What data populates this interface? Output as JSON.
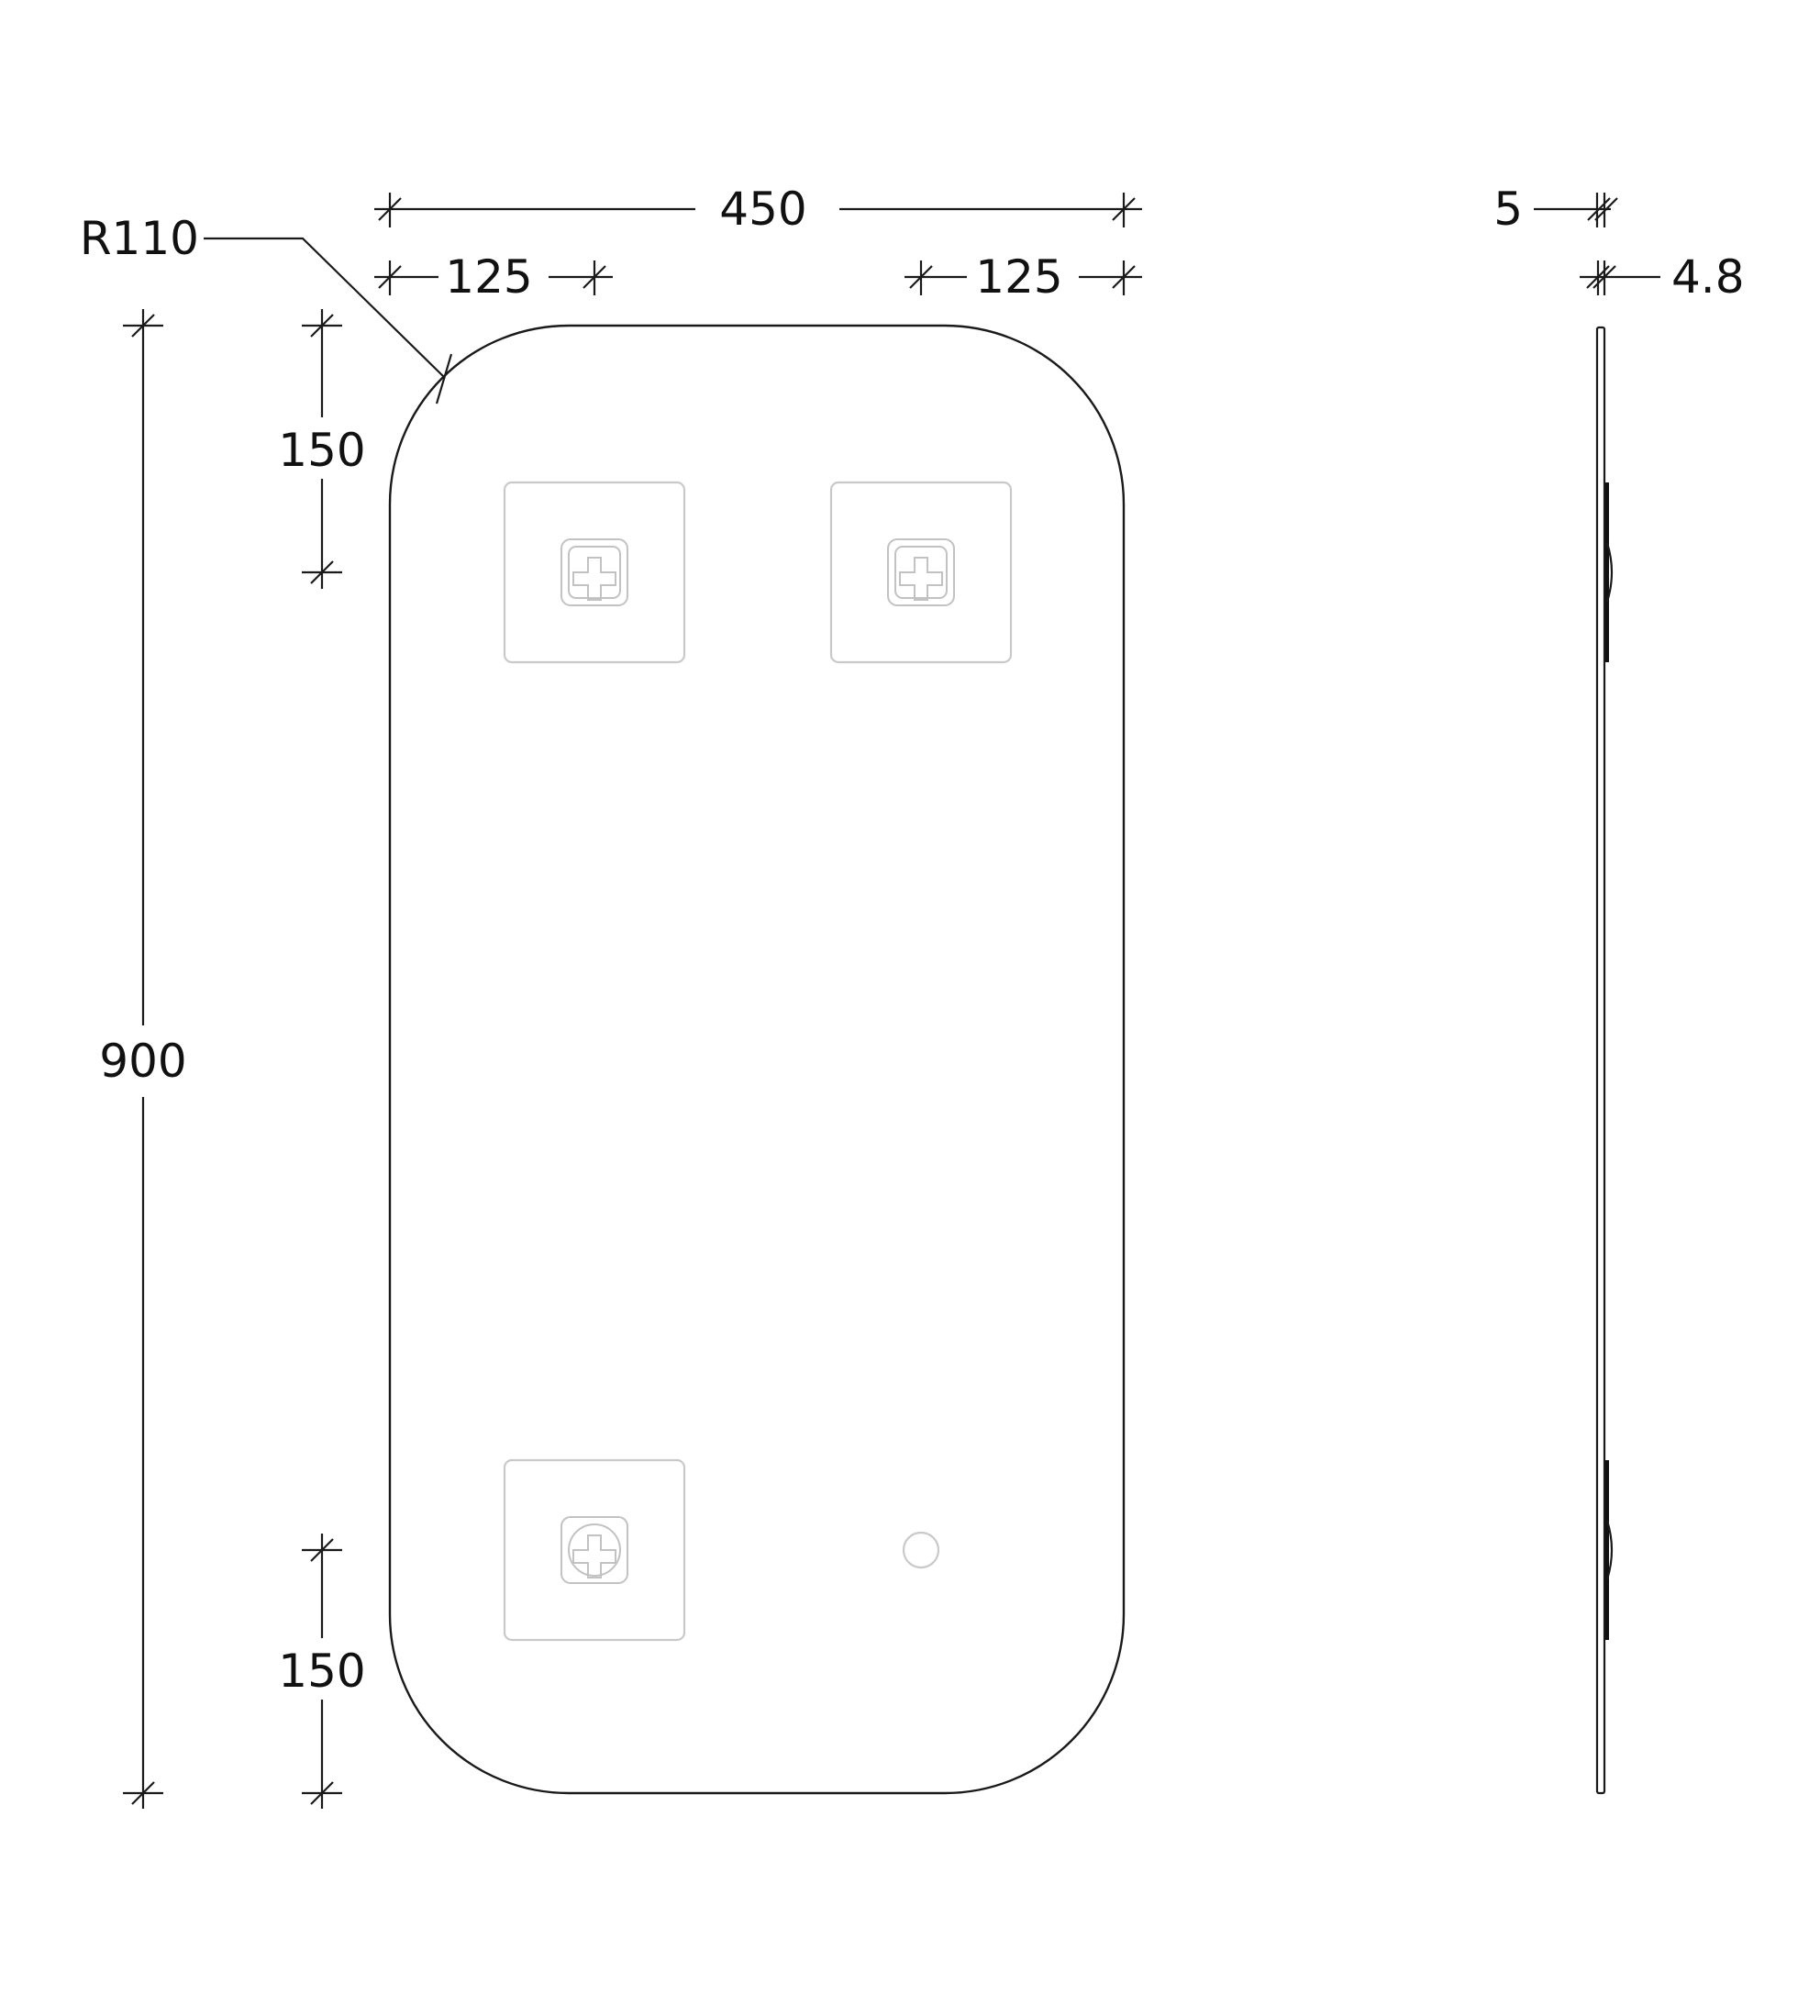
{
  "drawing": {
    "dimensions": {
      "overall_width": "450",
      "left_hole_offset": "125",
      "right_hole_offset": "125",
      "corner_radius": "R110",
      "overall_height": "900",
      "top_hole_offset": "150",
      "bottom_hole_offset": "150",
      "side_overall_thickness": "5",
      "side_glass_thickness": "4.8"
    },
    "colors": {
      "line": "#1a1a1a",
      "mounting_plate": "#c9c9c9",
      "background": "#ffffff"
    },
    "icons": {
      "mounting_plate": "cross-bracket-icon",
      "sensor": "circle-icon"
    }
  }
}
